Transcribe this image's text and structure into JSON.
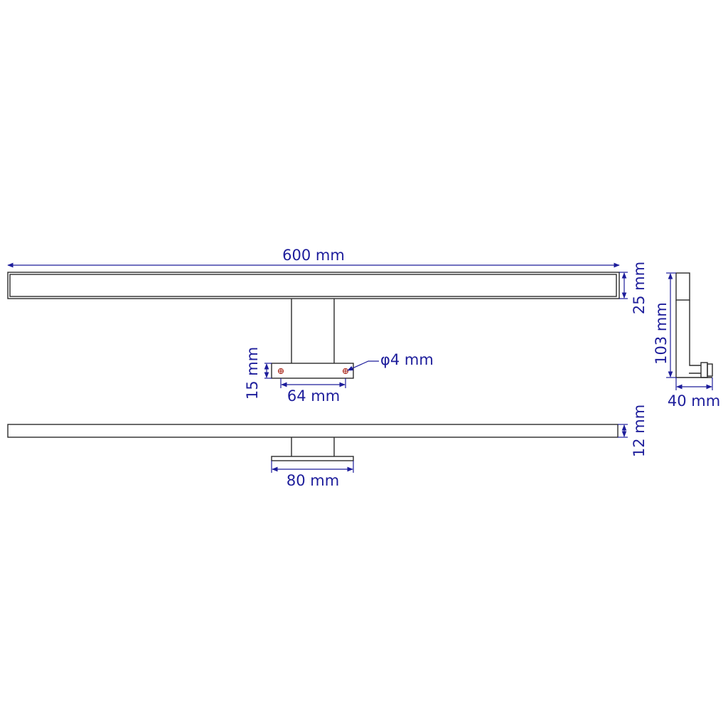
{
  "dimensions": {
    "length": "600 mm",
    "bar_height": "25 mm",
    "total_height": "103 mm",
    "depth": "40 mm",
    "plate_height": "15 mm",
    "hole_spacing": "64 mm",
    "hole_diameter": "φ4 mm",
    "bar_thickness": "12 mm",
    "plate_width": "80 mm"
  },
  "colors": {
    "dimension": "#1d1d9b",
    "outline": "#2b2b2b",
    "hole": "#b03a2e"
  }
}
